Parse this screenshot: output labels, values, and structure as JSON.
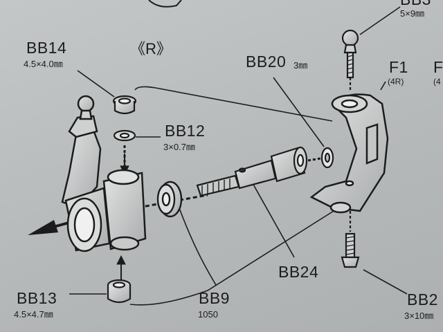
{
  "side_marker": "《R》",
  "parts": {
    "bb14": {
      "code": "BB14",
      "dim": "4.5×4.0㎜"
    },
    "bb12": {
      "code": "BB12",
      "dim": "3×0.7㎜"
    },
    "bb20": {
      "code": "BB20",
      "dim": "3㎜"
    },
    "bb13": {
      "code": "BB13",
      "dim": "4.5×4.7㎜"
    },
    "bb9": {
      "code": "BB9",
      "dim": "1050"
    },
    "bb24": {
      "code": "BB24"
    },
    "bb2": {
      "code": "BB2",
      "dim": "3×10㎜"
    },
    "bb3": {
      "code": "BB3",
      "dim": "5×9㎜"
    },
    "f1": {
      "code": "F1",
      "dim": "(4R)"
    },
    "f_next": {
      "code": "F",
      "dim": "(4"
    }
  },
  "colors": {
    "paper": "#bcbfc0",
    "ink": "#1c1c1c",
    "part_fill": "#d6d8d8"
  }
}
